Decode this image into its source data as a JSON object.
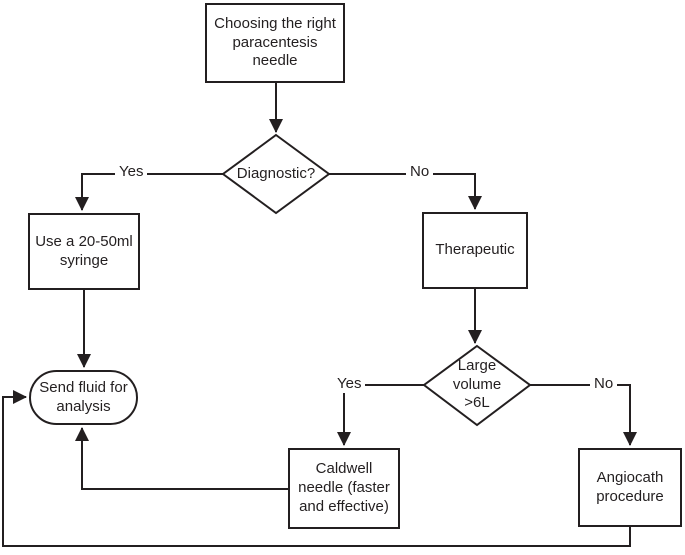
{
  "colors": {
    "line": "#231f20",
    "node_fill": "#ffffff",
    "background": "#ffffff"
  },
  "nodes": {
    "start": {
      "type": "process",
      "label": "Choosing the right\nparacentesis\nneedle"
    },
    "diagnostic": {
      "type": "decision",
      "label": "Diagnostic?"
    },
    "syringe": {
      "type": "process",
      "label": "Use a 20-50ml\nsyringe"
    },
    "therapeutic": {
      "type": "process",
      "label": "Therapeutic"
    },
    "send_fluid": {
      "type": "terminator",
      "label": "Send fluid for\nanalysis"
    },
    "large_volume": {
      "type": "decision",
      "label": "Large\nvolume\n>6L"
    },
    "caldwell": {
      "type": "process",
      "label": "Caldwell\nneedle (faster\nand effective)"
    },
    "angiocath": {
      "type": "process",
      "label": "Angiocath\nprocedure"
    }
  },
  "edges": [
    {
      "from": "start",
      "to": "diagnostic",
      "label": ""
    },
    {
      "from": "diagnostic",
      "to": "syringe",
      "label": "Yes"
    },
    {
      "from": "diagnostic",
      "to": "therapeutic",
      "label": "No"
    },
    {
      "from": "syringe",
      "to": "send_fluid",
      "label": ""
    },
    {
      "from": "therapeutic",
      "to": "large_volume",
      "label": ""
    },
    {
      "from": "large_volume",
      "to": "caldwell",
      "label": "Yes"
    },
    {
      "from": "large_volume",
      "to": "angiocath",
      "label": "No"
    },
    {
      "from": "caldwell",
      "to": "send_fluid",
      "label": ""
    },
    {
      "from": "angiocath",
      "to": "send_fluid",
      "label": ""
    }
  ]
}
